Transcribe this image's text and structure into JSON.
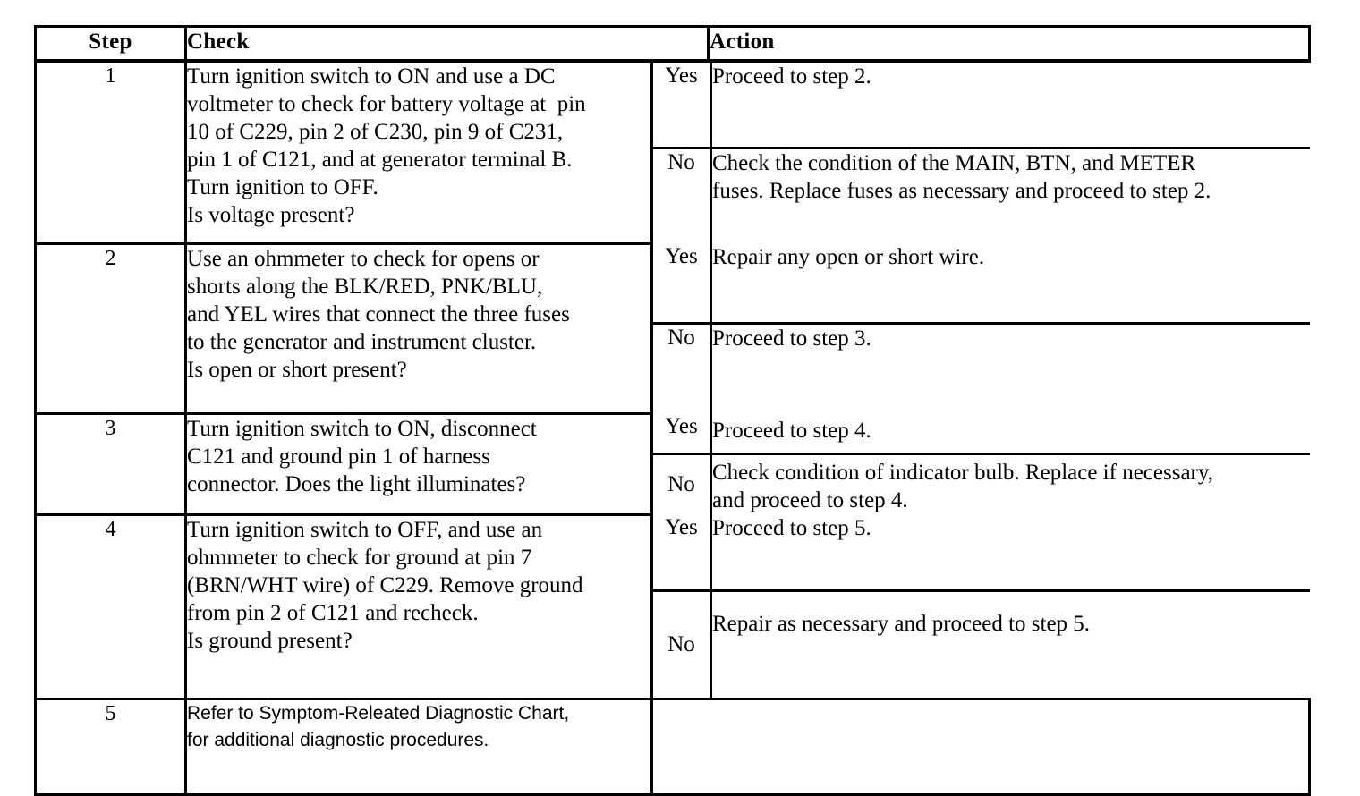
{
  "document": {
    "type": "diagnostic-troubleshooting-table",
    "columns": [
      "Step",
      "Check",
      "",
      "Action"
    ],
    "headers": {
      "step": "Step",
      "check": "Check",
      "action": "Action"
    },
    "answer_labels": {
      "yes": "Yes",
      "no": "No"
    },
    "rows": [
      {
        "step": "1",
        "check_lines": [
          "Turn ignition switch to ON and use a DC",
          "voltmeter to check for battery voltage at  pin",
          "10 of C229, pin 2 of C230, pin 9 of C231,",
          "pin 1 of C121, and at generator terminal B.",
          "Turn ignition to OFF.",
          "Is voltage present?"
        ],
        "yes_label": "Yes",
        "yes_lines": [
          "Proceed to step 2."
        ],
        "no_label": "No",
        "no_lines": [
          "Check the condition of the MAIN, BTN, and METER",
          "fuses. Replace fuses as necessary and proceed to step 2."
        ]
      },
      {
        "step": "2",
        "check_lines": [
          "Use an ohmmeter to check for opens or",
          "shorts along the BLK/RED, PNK/BLU,",
          "and YEL wires that connect the three fuses",
          "to the generator and instrument cluster.",
          "Is open or short present?"
        ],
        "yes_label": "Yes",
        "yes_lines": [
          "Repair any open or short wire."
        ],
        "no_label": "No",
        "no_lines": [
          "Proceed to step 3."
        ]
      },
      {
        "step": "3",
        "check_lines": [
          "Turn ignition switch to ON, disconnect",
          "C121 and ground pin 1 of harness",
          "connector. Does the light illuminates?"
        ],
        "yes_label": "Yes",
        "yes_lines": [
          "Proceed to step 4."
        ],
        "no_label": "No",
        "no_lines": [
          "Check condition of indicator bulb. Replace if necessary,",
          "and proceed to step 4."
        ]
      },
      {
        "step": "4",
        "check_lines": [
          "Turn ignition switch to OFF, and use an",
          "ohmmeter to check for ground at pin 7",
          "(BRN/WHT wire) of C229. Remove ground",
          "from pin 2 of C121 and recheck.",
          "Is ground present?"
        ],
        "yes_label": "Yes",
        "yes_lines": [
          "Proceed to step 5."
        ],
        "no_label": "No",
        "no_lines": [
          "Repair as necessary and proceed to step 5."
        ]
      },
      {
        "step": "5",
        "check_lines": [
          "Refer to Symptom-Releated Diagnostic Chart,",
          "for additional diagnostic procedures."
        ],
        "yes_label": "",
        "yes_lines": [],
        "no_label": "",
        "no_lines": []
      }
    ]
  },
  "colors": {
    "ink": "#000000",
    "paper": "#ffffff"
  }
}
